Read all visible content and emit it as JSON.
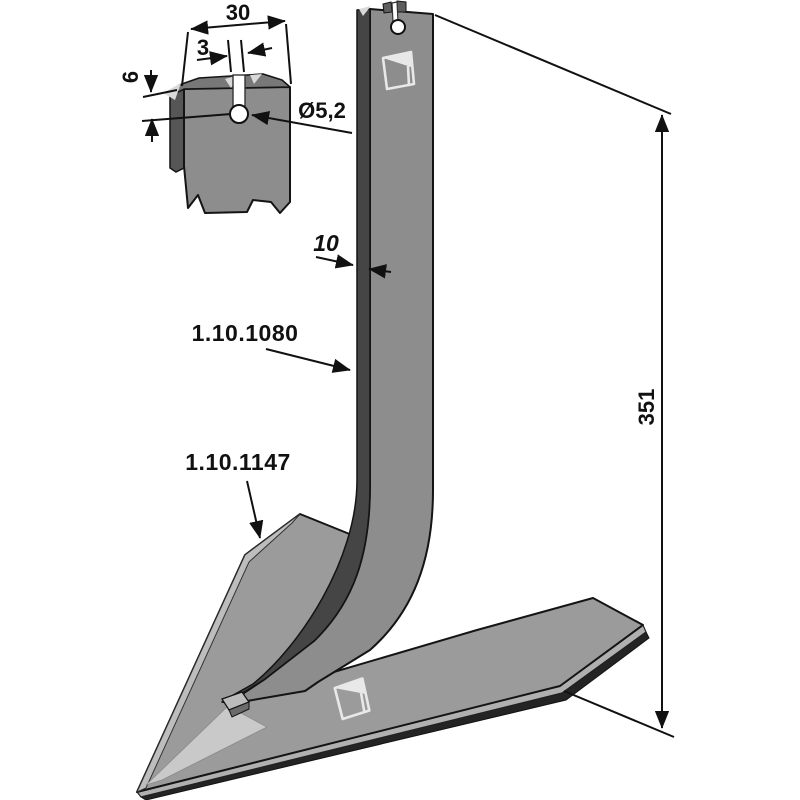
{
  "drawing": {
    "type": "technical-part-drawing",
    "subject": "cultivator sweep with shank (isometric view) and mounting-slot detail view",
    "labels": {
      "detail_width": "30",
      "detail_slot_width": "3",
      "detail_depth": "6",
      "hole_diameter": "Ø5,2",
      "shank_thickness": "10",
      "shank_part_number": "1.10.1080",
      "sweep_part_number": "1.10.1147",
      "overall_height": "351"
    },
    "icons": {
      "manufacturer_logo": "flag-window-mark"
    },
    "colors": {
      "background": "#ffffff",
      "outline": "#141414",
      "part_face": "#8d8d8d",
      "part_side": "#454545",
      "sweep_face": "#9b9b9b",
      "bevel_light": "#b0b0b0",
      "highlight": "#c9c9c9",
      "bottom_edge": "#242424",
      "logo_stroke": "#e8e8e8"
    }
  }
}
